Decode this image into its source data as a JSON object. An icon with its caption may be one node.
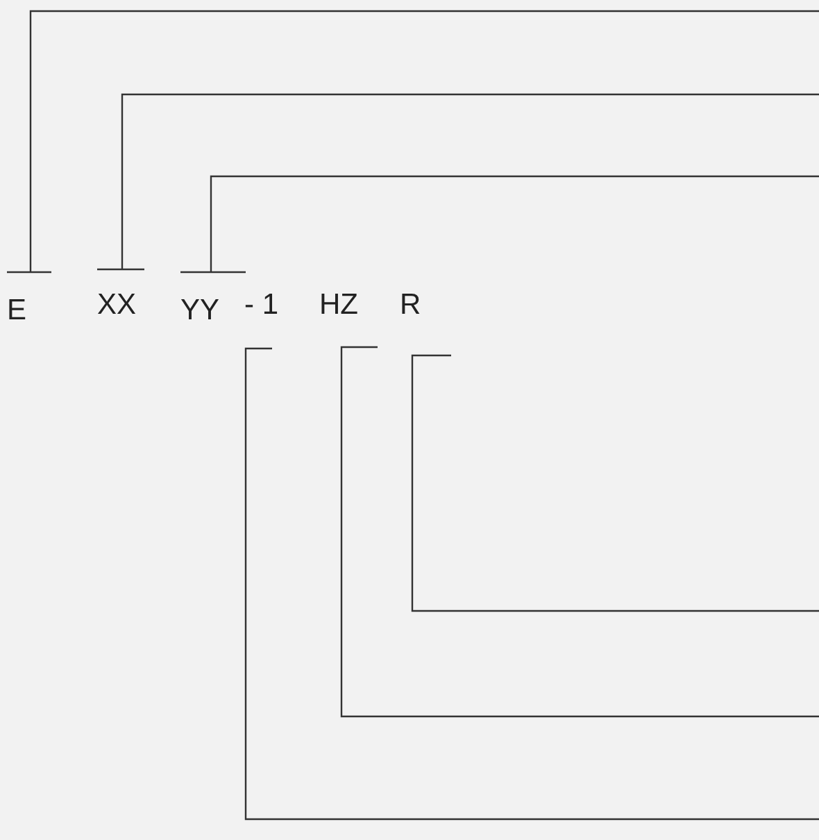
{
  "diagram": {
    "nodes": [
      {
        "text": [
          "E"
        ]
      },
      {
        "text": [
          "XX"
        ]
      },
      {
        "text": [
          "YY"
        ]
      },
      {
        "text": [
          "- 1"
        ]
      },
      {
        "text": [
          "HZ"
        ]
      },
      {
        "text": [
          "R"
        ]
      }
    ],
    "edges": [
      {
        "from": 0,
        "to": null,
        "arrow": "none"
      },
      {
        "from": 1,
        "to": null,
        "arrow": "none"
      },
      {
        "from": 2,
        "to": null,
        "arrow": "none"
      },
      {
        "from": 5,
        "to": null,
        "arrow": "none"
      },
      {
        "from": 4,
        "to": null,
        "arrow": "none"
      },
      {
        "from": 3,
        "to": null,
        "arrow": "none"
      }
    ]
  }
}
